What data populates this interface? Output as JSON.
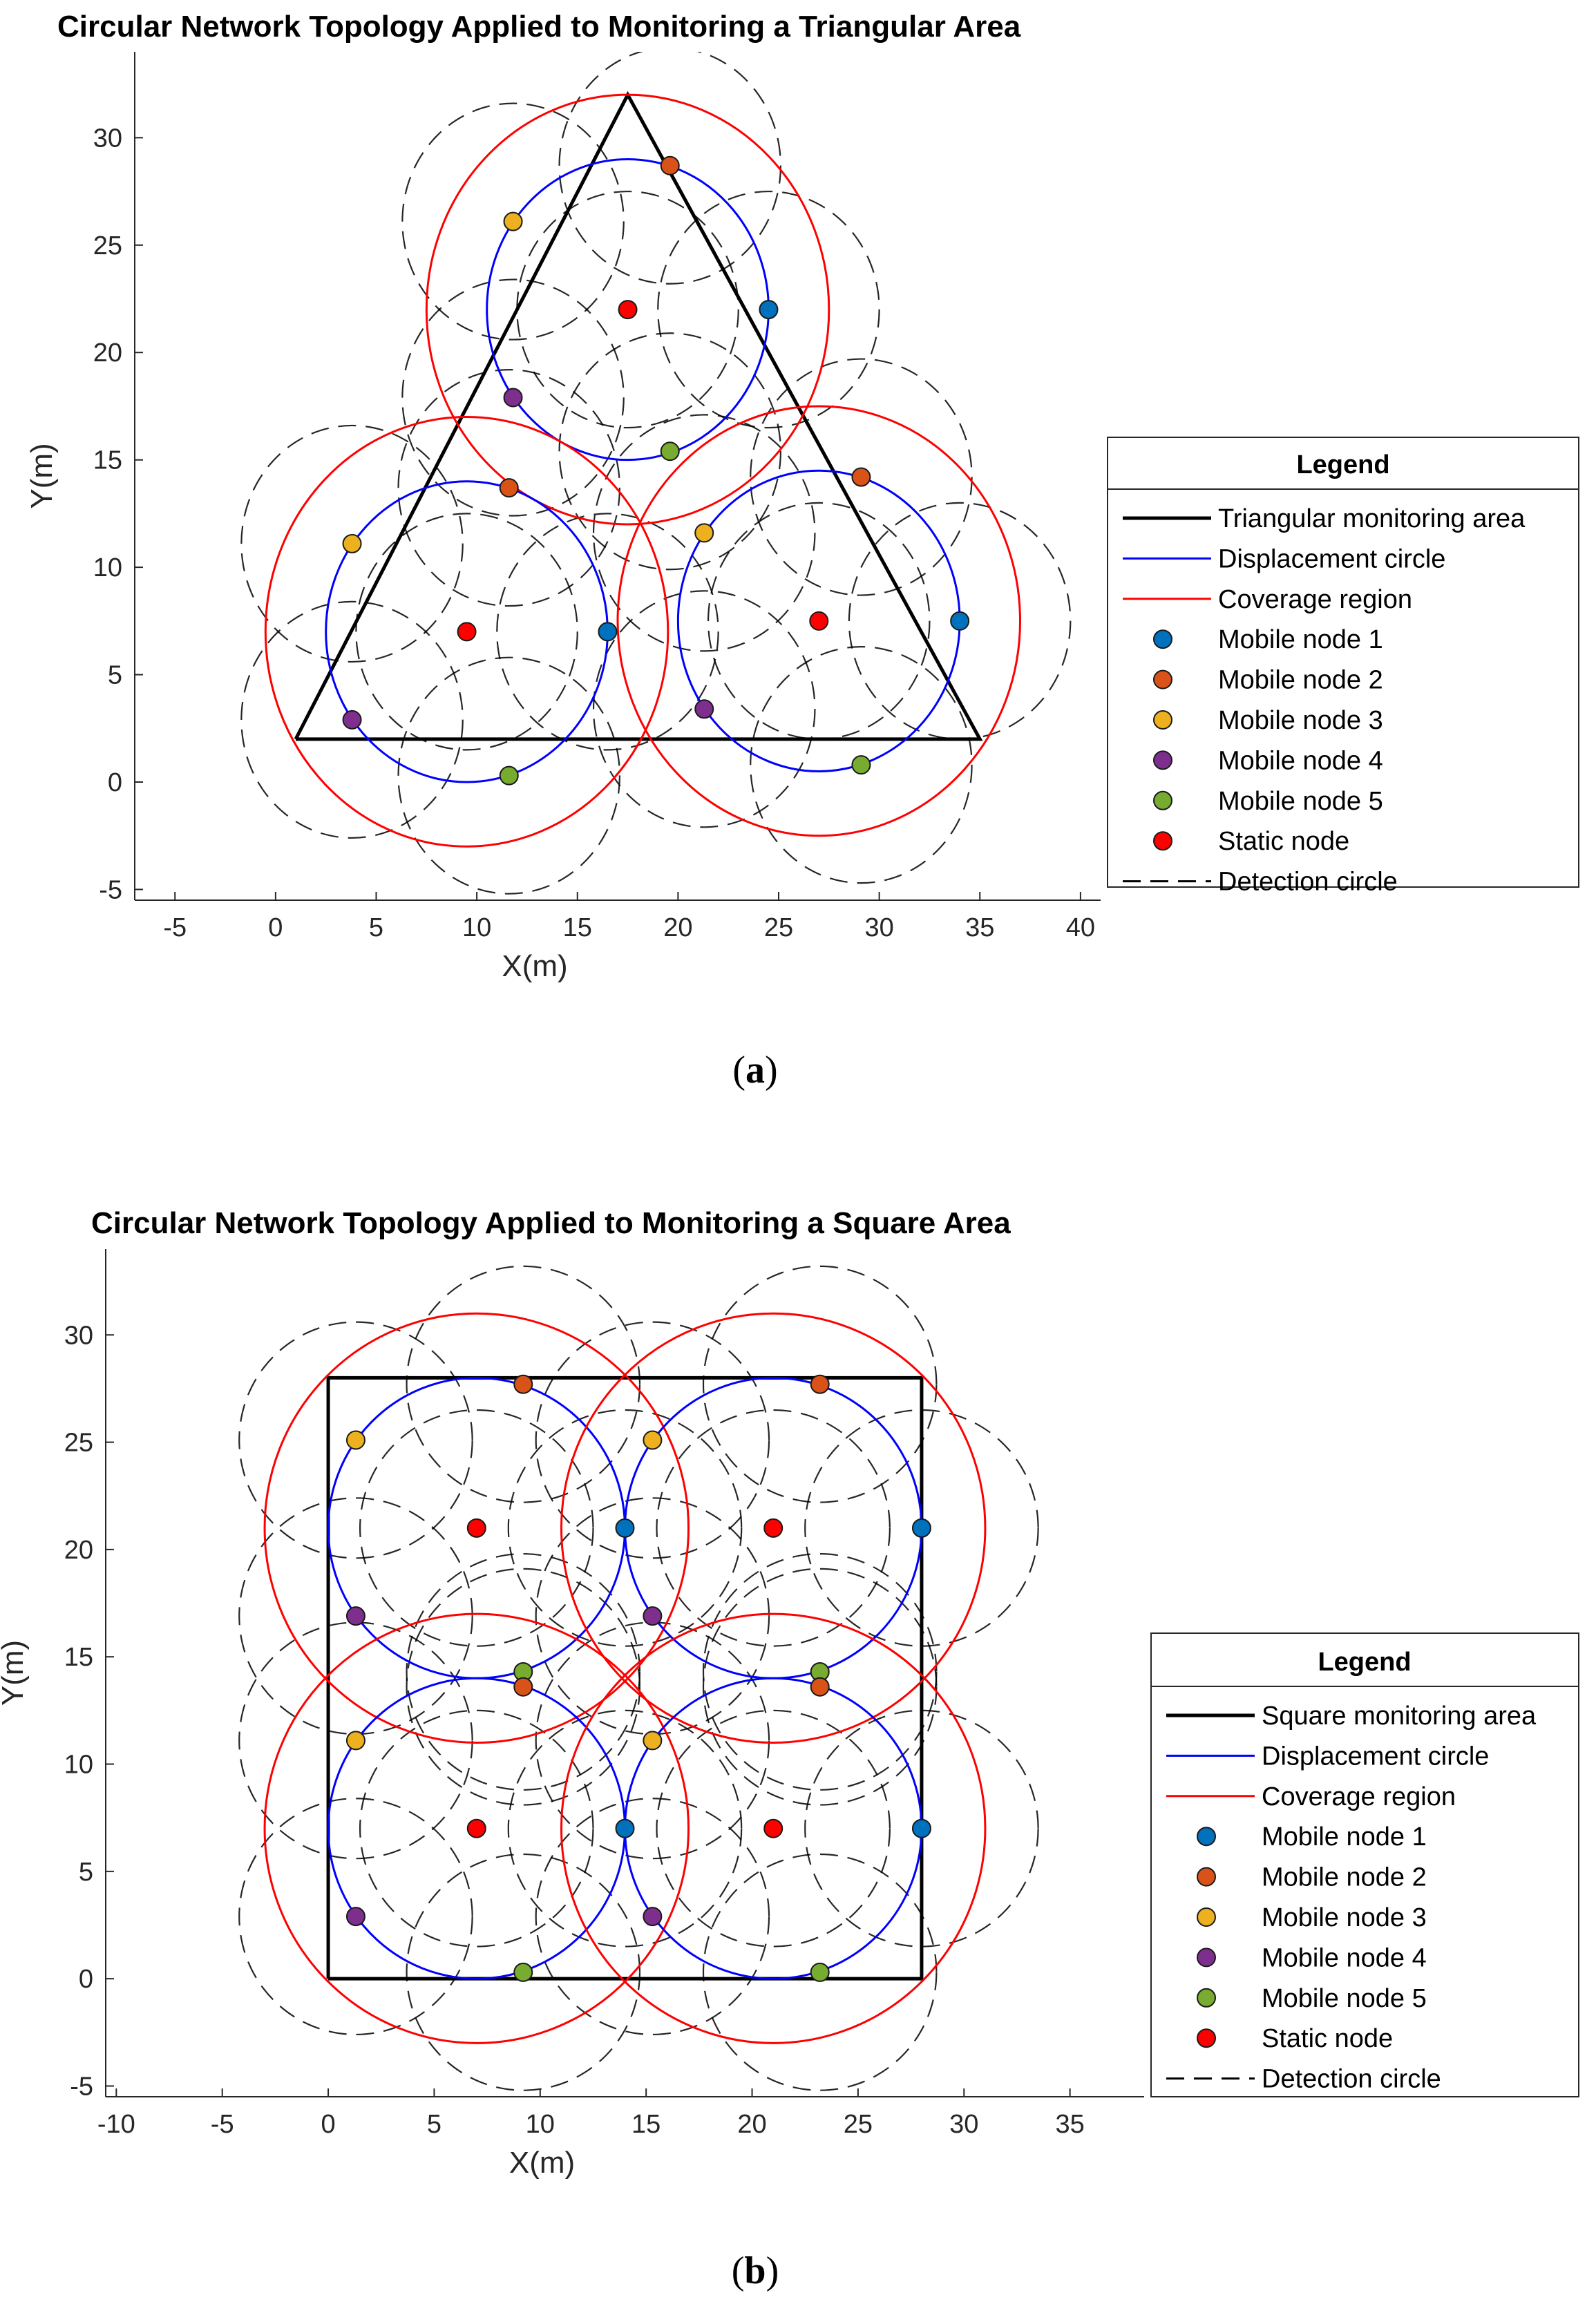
{
  "colors": {
    "mobile1": "#0072BD",
    "mobile2": "#D95319",
    "mobile3": "#EDB120",
    "mobile4": "#7E2F8E",
    "mobile5": "#77AC30",
    "static": "#FF0000",
    "displacement": "#0000FF",
    "coverage": "#FF0000",
    "area": "#000000",
    "detection": "#000000"
  },
  "chart_data": [
    {
      "type": "scatter",
      "title": "Circular Network Topology Applied to Monitoring a Triangular Area",
      "xlabel": "X(m)",
      "ylabel": "Y(m)",
      "xlim": [
        -7,
        41
      ],
      "ylim": [
        -5.5,
        34
      ],
      "xticks": [
        -5,
        0,
        5,
        10,
        15,
        20,
        25,
        30,
        35,
        40
      ],
      "yticks": [
        -5,
        0,
        5,
        10,
        15,
        20,
        25,
        30
      ],
      "caption_open": "(",
      "caption_letter": "a",
      "caption_close": ")",
      "legend": {
        "title": "Legend",
        "placement": "outside-right",
        "entries": [
          {
            "key": "area",
            "label": "Triangular monitoring area",
            "style": "line-solid-thick"
          },
          {
            "key": "displacement",
            "label": "Displacement circle",
            "style": "line-solid"
          },
          {
            "key": "coverage",
            "label": "Coverage region",
            "style": "line-solid"
          },
          {
            "key": "mobile1",
            "label": "Mobile node 1",
            "style": "marker"
          },
          {
            "key": "mobile2",
            "label": "Mobile node 2",
            "style": "marker"
          },
          {
            "key": "mobile3",
            "label": "Mobile node 3",
            "style": "marker"
          },
          {
            "key": "mobile4",
            "label": "Mobile node 4",
            "style": "marker"
          },
          {
            "key": "mobile5",
            "label": "Mobile node 5",
            "style": "marker"
          },
          {
            "key": "static",
            "label": "Static node",
            "style": "marker"
          },
          {
            "key": "detection",
            "label": "Detection circle",
            "style": "line-dashed"
          }
        ]
      },
      "area_polygon": [
        [
          1,
          2
        ],
        [
          35,
          2
        ],
        [
          17.5,
          32
        ],
        [
          1,
          2
        ]
      ],
      "displacement_radius": 7,
      "coverage_radius": 10,
      "detection_radius": 5.5,
      "clusters": [
        {
          "center": [
            17.5,
            22
          ],
          "nodes": [
            [
              24.5,
              22
            ],
            [
              19.6,
              28.7
            ],
            [
              11.8,
              26.1
            ],
            [
              11.8,
              17.9
            ],
            [
              19.6,
              15.4
            ]
          ]
        },
        {
          "center": [
            9.5,
            7
          ],
          "nodes": [
            [
              16.5,
              7
            ],
            [
              11.6,
              13.7
            ],
            [
              3.8,
              11.1
            ],
            [
              3.8,
              2.9
            ],
            [
              11.6,
              0.3
            ]
          ]
        },
        {
          "center": [
            27,
            7.5
          ],
          "nodes": [
            [
              34,
              7.5
            ],
            [
              29.1,
              14.2
            ],
            [
              21.3,
              11.6
            ],
            [
              21.3,
              3.4
            ],
            [
              29.1,
              0.8
            ]
          ]
        }
      ]
    },
    {
      "type": "scatter",
      "title": "Circular Network Topology Applied to Monitoring a Square Area",
      "xlabel": "X(m)",
      "ylabel": "Y(m)",
      "xlim": [
        -10.5,
        38.5
      ],
      "ylim": [
        -5.5,
        34
      ],
      "xticks": [
        -10,
        -5,
        0,
        5,
        10,
        15,
        20,
        25,
        30,
        35
      ],
      "yticks": [
        -5,
        0,
        5,
        10,
        15,
        20,
        25,
        30
      ],
      "caption_open": "(",
      "caption_letter": "b",
      "caption_close": ")",
      "legend": {
        "title": "Legend",
        "placement": "outside-right",
        "entries": [
          {
            "key": "area",
            "label": "Square monitoring area",
            "style": "line-solid-thick"
          },
          {
            "key": "displacement",
            "label": "Displacement circle",
            "style": "line-solid"
          },
          {
            "key": "coverage",
            "label": "Coverage region",
            "style": "line-solid"
          },
          {
            "key": "mobile1",
            "label": "Mobile node 1",
            "style": "marker"
          },
          {
            "key": "mobile2",
            "label": "Mobile node 2",
            "style": "marker"
          },
          {
            "key": "mobile3",
            "label": "Mobile node 3",
            "style": "marker"
          },
          {
            "key": "mobile4",
            "label": "Mobile node 4",
            "style": "marker"
          },
          {
            "key": "mobile5",
            "label": "Mobile node 5",
            "style": "marker"
          },
          {
            "key": "static",
            "label": "Static node",
            "style": "marker"
          },
          {
            "key": "detection",
            "label": "Detection circle",
            "style": "line-dashed"
          }
        ]
      },
      "area_polygon": [
        [
          0,
          0
        ],
        [
          28,
          0
        ],
        [
          28,
          28
        ],
        [
          0,
          28
        ],
        [
          0,
          0
        ]
      ],
      "displacement_radius": 7,
      "coverage_radius": 10,
      "detection_radius": 5.5,
      "clusters": [
        {
          "center": [
            7,
            21
          ],
          "nodes": [
            [
              14,
              21
            ],
            [
              9.2,
              27.7
            ],
            [
              1.3,
              25.1
            ],
            [
              1.3,
              16.9
            ],
            [
              9.2,
              14.3
            ]
          ]
        },
        {
          "center": [
            21,
            21
          ],
          "nodes": [
            [
              28,
              21
            ],
            [
              23.2,
              27.7
            ],
            [
              15.3,
              25.1
            ],
            [
              15.3,
              16.9
            ],
            [
              23.2,
              14.3
            ]
          ]
        },
        {
          "center": [
            7,
            7
          ],
          "nodes": [
            [
              14,
              7
            ],
            [
              9.2,
              13.6
            ],
            [
              1.3,
              11.1
            ],
            [
              1.3,
              2.9
            ],
            [
              9.2,
              0.3
            ]
          ]
        },
        {
          "center": [
            21,
            7
          ],
          "nodes": [
            [
              28,
              7
            ],
            [
              23.2,
              13.6
            ],
            [
              15.3,
              11.1
            ],
            [
              15.3,
              2.9
            ],
            [
              23.2,
              0.3
            ]
          ]
        }
      ]
    }
  ]
}
